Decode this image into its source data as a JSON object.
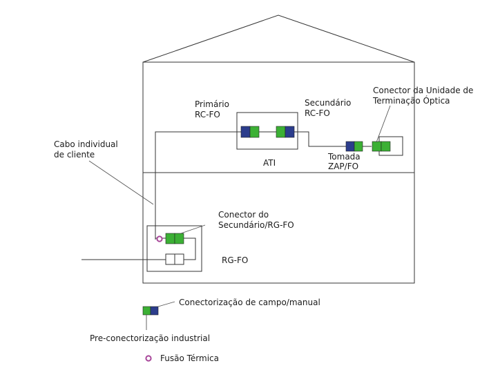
{
  "labels": {
    "primario_line1": "Primário",
    "primario_line2": "RC-FO",
    "secundario_line1": "Secundário",
    "secundario_line2": "RC-FO",
    "conector_uto_line1": "Conector da Unidade de",
    "conector_uto_line2": "Terminação Óptica",
    "cabo_line1": "Cabo individual",
    "cabo_line2": "de cliente",
    "ati": "ATI",
    "tomada_line1": "Tomada",
    "tomada_line2": "ZAP/FO",
    "conector_sec_line1": "Conector do",
    "conector_sec_line2": "Secundário/RG-FO",
    "rgfo": "RG-FO"
  },
  "legend": {
    "campo_manual": "Conectorização de campo/manual",
    "pre_industrial": "Pre-conectorização industrial",
    "fusao": "Fusão Térmica"
  },
  "colors": {
    "green": "#3cb035",
    "blue": "#2c3d8c",
    "purple": "#a8479a",
    "line": "#333333"
  }
}
